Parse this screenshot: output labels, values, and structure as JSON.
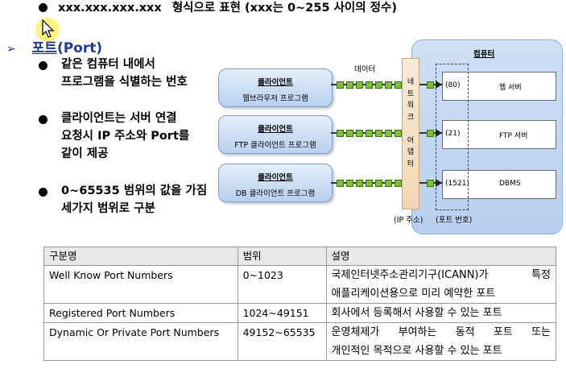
{
  "ip_format": {
    "part1": "xxx.xxx.xxx.xxx",
    "part2": "형식으로 표현 (xxx는 0~255 사이의 정수)"
  },
  "port_heading": {
    "marker": "➢",
    "kor": "포트",
    "eng": "(Port)"
  },
  "bullets": [
    {
      "lines": [
        "같은 컴퓨터 내에서",
        "프로그램을 식별하는 번호"
      ]
    },
    {
      "lines": [
        "클라이언트는 서버 연결",
        "요청시 IP 주소와 Port를",
        "같이 제공"
      ]
    },
    {
      "lines": [
        "0~65535 범위의 값을 가짐",
        "세가지 범위로  구분"
      ]
    }
  ],
  "diagram": {
    "data_label": "데이터",
    "computer_label": "컴퓨터",
    "network_chars": [
      "네",
      "트",
      "워",
      "크",
      "",
      "어",
      "댑",
      "터"
    ],
    "ip_label": "(IP 주소)",
    "port_label": "(포트 번호)",
    "clients": [
      {
        "title": "클라이언트",
        "sub": "웹브라우저 프로그램"
      },
      {
        "title": "클라이언트",
        "sub": "FTP 클라이언트 프로그램"
      },
      {
        "title": "클라이언트",
        "sub": "DB 클라이언트 프로그램"
      }
    ],
    "servers": [
      {
        "port": "(80)",
        "name": "웹 서버"
      },
      {
        "port": "(21)",
        "name": "FTP 서버"
      },
      {
        "port": "(1521)",
        "name": "DBMS"
      }
    ],
    "colors": {
      "packet": "#7fbf3a",
      "box": "#b7cfee",
      "network": "#f0d8b3"
    }
  },
  "table": {
    "headers": [
      "구분명",
      "범위",
      "설명"
    ],
    "rows": [
      {
        "name": "Well Know Port Numbers",
        "range": "0~1023",
        "desc1": "국제인터넷주소관리기구(ICANN)가   특정",
        "desc2": "애플리케이션용으로 미리 예약한 포트"
      },
      {
        "name": "Registered Port Numbers",
        "range": "1024~49151",
        "desc1": "회사에서 등록해서 사용할 수 있는 포트",
        "desc2": ""
      },
      {
        "name": "Dynamic Or Private Port Numbers",
        "range": "49152~65535",
        "desc1": "운영체제가 부여하는 동적 포트 또는",
        "desc2": "개인적인 목적으로 사용할 수 있는 포트"
      }
    ]
  }
}
